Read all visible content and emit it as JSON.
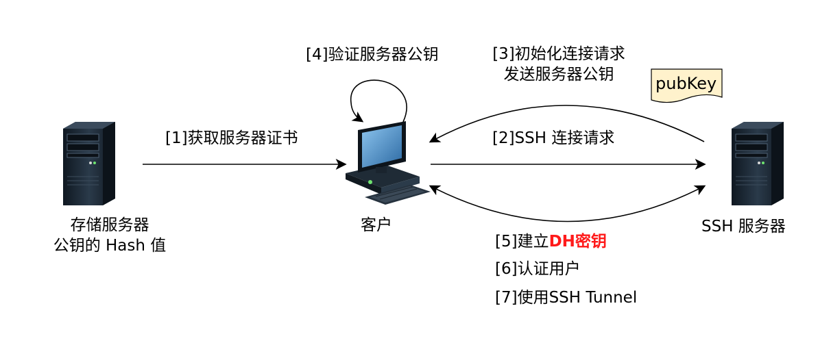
{
  "nodes": {
    "hash_store": {
      "line1": "存储服务器",
      "line2": "公钥的 Hash 值"
    },
    "client": {
      "label": "客户"
    },
    "ssh_server": {
      "label": "SSH 服务器"
    }
  },
  "edges": {
    "step1": "[1]获取服务器证书",
    "step2": "[2]SSH 连接请求",
    "step3_line1": "[3]初始化连接请求",
    "step3_line2": "发送服务器公钥",
    "step4": "[4]验证服务器公钥"
  },
  "note": {
    "label": "pubKey"
  },
  "steps_after": {
    "step5_prefix": "[5]建立",
    "step5_highlight": "DH密钥",
    "step6": "[6]认证用户",
    "step7": "[7]使用SSH Tunnel"
  },
  "colors": {
    "highlight": "#ff1a1a",
    "note_fill": "#fff2cc",
    "server_body": "#1e2a36",
    "screen": "#4a90c8"
  },
  "icons": {
    "hash_store": "server-tower-icon",
    "client": "desktop-computer-icon",
    "ssh_server": "server-tower-icon"
  }
}
